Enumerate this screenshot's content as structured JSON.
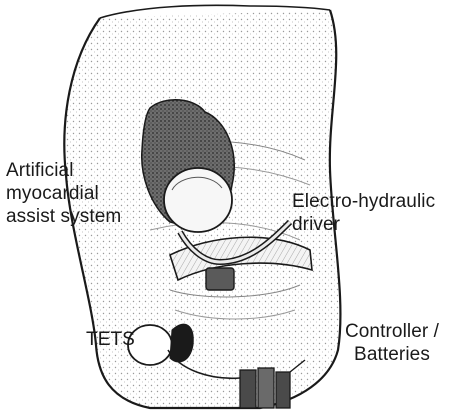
{
  "labels": {
    "myocardial": "Artificial\nmyocardial\nassist system",
    "driver": "Electro-hydraulic\ndriver",
    "tets": "TETS",
    "controller": "Controller /\nBatteries"
  },
  "colors": {
    "ink": "#1a1a1a",
    "shade": "#7a7a7a",
    "background": "#ffffff"
  }
}
